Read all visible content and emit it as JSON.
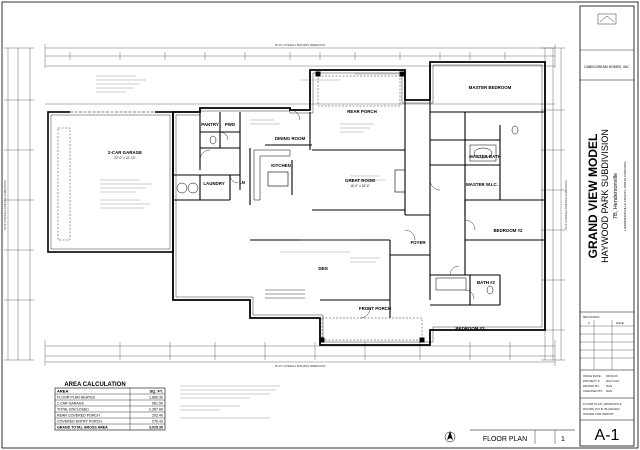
{
  "drawing": {
    "overall_dimension_top": "78'-10\" (OVERALL BUILDING DIMENSION)",
    "overall_dimension_bottom": "78'-10\" (OVERALL BUILDING DIMENSION)",
    "overall_dimension_left": "61'-6\" (OVERALL BUILDING DIMENSION)",
    "overall_dimension_right": "61'-6\" (OVERALL BUILDING DIMENSION)",
    "rooms": {
      "garage": "2-CAR GARAGE",
      "garage_size": "22'-0\" x 22'-10\"",
      "pantry": "PANTRY",
      "pwd": "PWD",
      "laundry": "LAUNDRY",
      "ln": "LN",
      "kitchen": "KITCHEN",
      "dining_room": "DINING ROOM",
      "rear_porch": "REAR PORCH",
      "great_room": "GREAT ROOM",
      "great_room_size": "18'-0\" x 18'-6\"",
      "den": "DEN",
      "foyer": "FOYER",
      "front_porch": "FRONT PORCH",
      "master_bedroom": "MASTER BEDROOM",
      "master_bath": "MASTER BATH",
      "master_wic": "MASTER W.I.C.",
      "bedroom_2": "BEDROOM #2",
      "bedroom_3": "BEDROOM #3",
      "bath_2": "BATH #2"
    }
  },
  "area_calc": {
    "title": "AREA CALCULATION",
    "header": [
      "AREA",
      "SQ. FT."
    ],
    "rows": [
      [
        "FLOOR PLAN HEATED",
        "1,866.30"
      ],
      [
        "2 CAR GARAGE",
        "561.50"
      ],
      [
        "TOTAL ENCLOSED",
        "2,387.60"
      ],
      [
        "REAR COVERED PORCH",
        "202.40"
      ],
      [
        "COVERED ENTRY PORCH",
        "276.43"
      ],
      [
        "GRAND TOTAL GROSS AREA",
        "3,025.30"
      ]
    ]
  },
  "floor_plan_label": "FLOOR PLAN",
  "floor_plan_number": "1",
  "title_block": {
    "company": "CABIN DREAM HOMES, INC.",
    "model": "GRAND VIEW MODEL",
    "subdivision": "HAYWOOD PARK SUBDIVISION",
    "lot": "7B, Hendersonville",
    "location": "HENDERSONVILLE COUNTY, NORTH CAROLINA",
    "revisions_label": "REVISIONS",
    "rev_col_1": "#",
    "rev_col_2": "DATE",
    "sheet_name": "FLOOR PLAN, WINDOWS &",
    "sheet_name_2": "DOORS (TO B. BLANCED)",
    "issued_for": "ISSUED FOR PERMIT",
    "sheet_number": "A-1",
    "issue_date_label": "ISSUE DATE:",
    "issue_date": "06/01/26",
    "project_label": "PROJECT #:",
    "project": "2017-024",
    "drawn_label": "DRAWN BY:",
    "drawn": "DAN",
    "checked_label": "CHECKED BY:",
    "checked": "DAN"
  }
}
